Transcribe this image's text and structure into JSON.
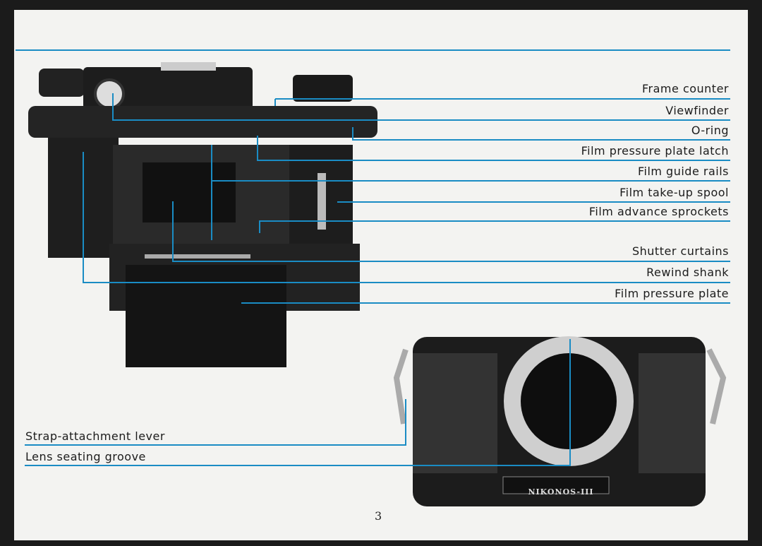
{
  "right_labels": [
    "Frame counter",
    "Viewfinder",
    "O-ring",
    "Film pressure plate latch",
    "Film guide rails",
    "Film take-up spool",
    "Film advance sprockets",
    "Shutter curtains",
    "Rewind shank",
    "Film pressure plate"
  ],
  "left_labels": [
    "Strap-attachment lever",
    "Lens seating groove"
  ],
  "nameplate": "NIKONOS-III",
  "page_number": "3",
  "colors": {
    "leader_line": "#1a8cc4",
    "page": "#f3f3f1",
    "camera": "#1e1e1e"
  }
}
